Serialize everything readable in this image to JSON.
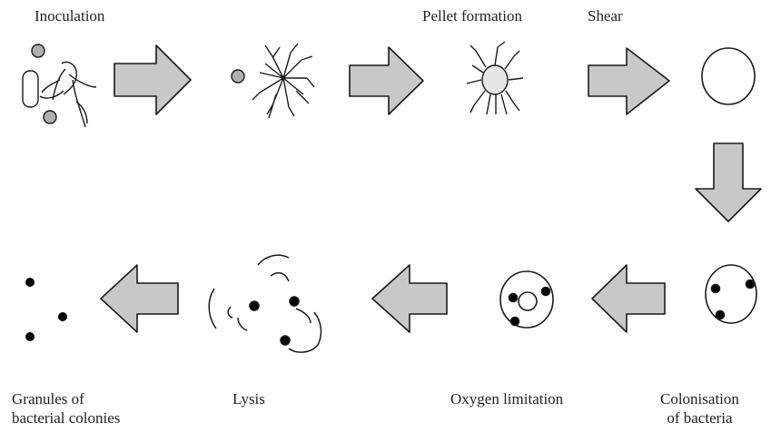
{
  "stages": {
    "inoculation": "Inoculation",
    "pellet_formation": "Pellet formation",
    "shear": "Shear",
    "colonisation": [
      "Colonisation",
      "of bacteria"
    ],
    "oxygen_limitation": "Oxygen limitation",
    "lysis": "Lysis",
    "granules": [
      "Granules of",
      "bacterial colonies"
    ]
  },
  "colors": {
    "arrow_fill": "#c8c8c8",
    "line": "#1a1a1a",
    "fungal_body": "#e6e6e6",
    "spore": "#b0b0b0",
    "bacteria": "#000000"
  }
}
